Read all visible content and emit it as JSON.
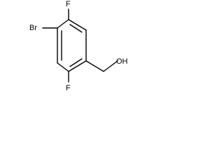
{
  "molecule": {
    "labels": {
      "bromine": "Br",
      "fluorine_top": "F",
      "fluorine_bottom": "F",
      "hydroxyl": "OH"
    }
  }
}
